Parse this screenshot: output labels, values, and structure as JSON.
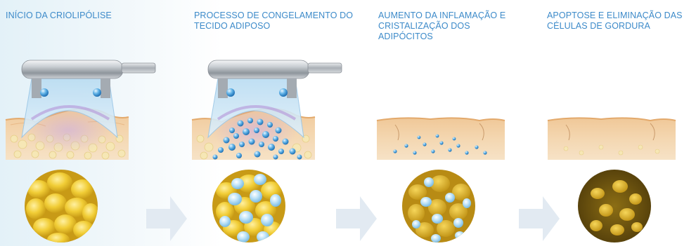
{
  "stages": [
    {
      "caption": "INÍCIO DA CRIOLIPÓLISE"
    },
    {
      "caption": "PROCESSO DE CONGELAMENTO DO TECIDO ADIPOSO"
    },
    {
      "caption": "AUMENTO DA INFLAMAÇÃO E CRISTALIZAÇÃO DOS ADIPÓCITOS"
    },
    {
      "caption": "APOPTOSE E ELIMINAÇÃO DAS CÉLULAS DE GORDURA"
    }
  ],
  "colors": {
    "caption_text": "#3c8ac9",
    "skin": "#f2cfa2",
    "fat_cell": "#e8bf2a",
    "ice_crystal": "#4a9fd8",
    "arrow": "#dfe8f1"
  }
}
